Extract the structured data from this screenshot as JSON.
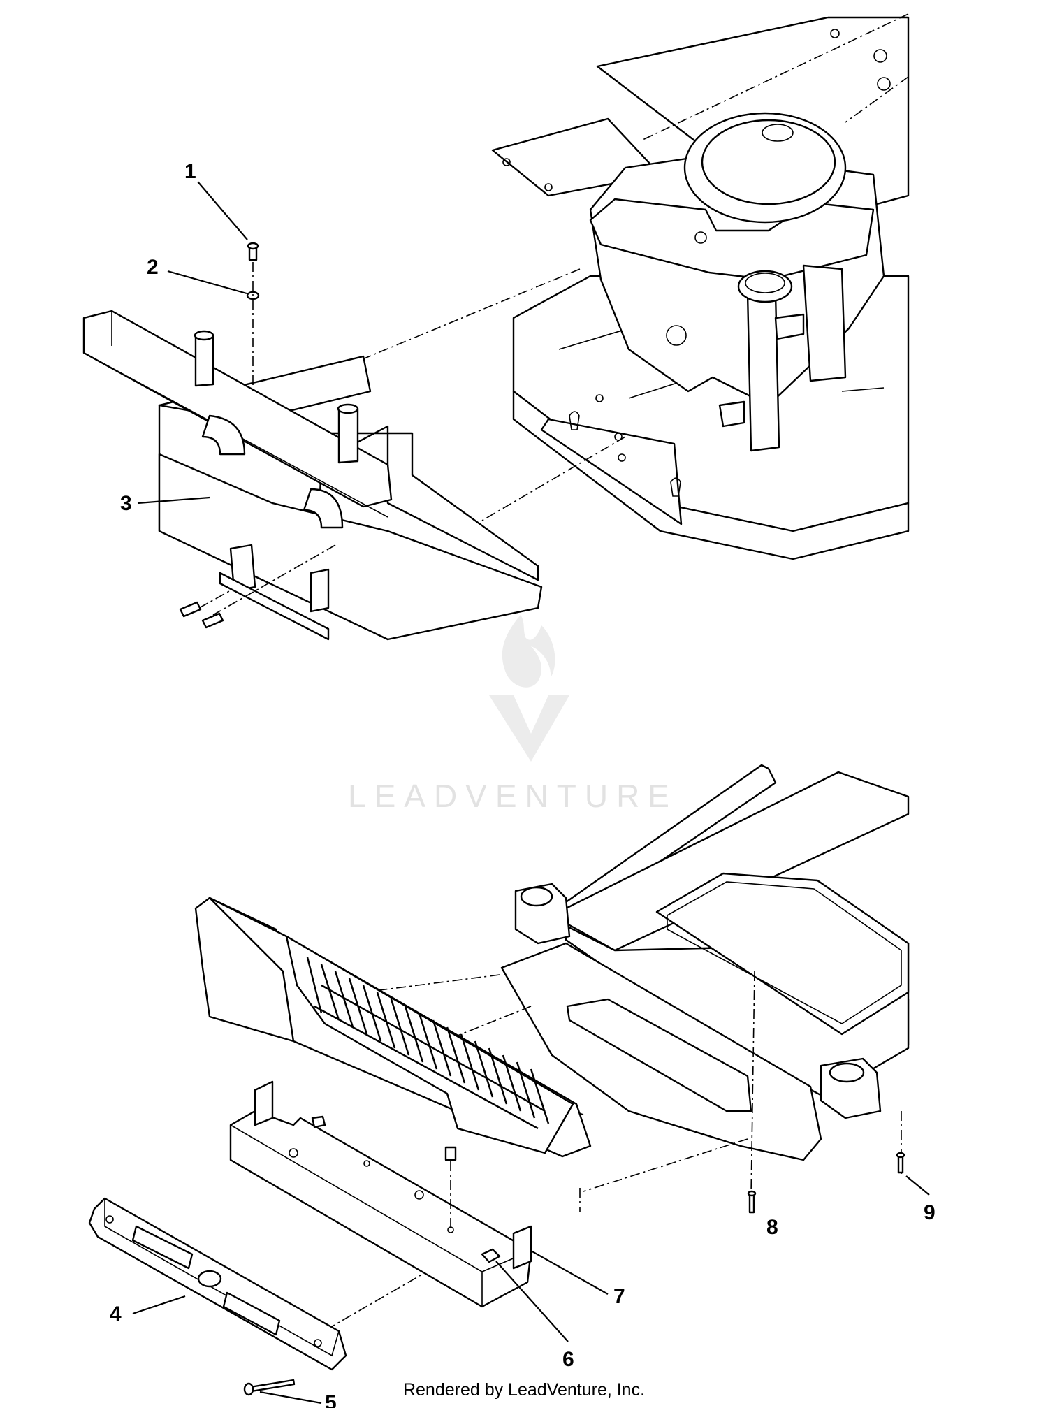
{
  "callouts": [
    {
      "id": "1",
      "label": "1"
    },
    {
      "id": "2",
      "label": "2"
    },
    {
      "id": "3",
      "label": "3"
    },
    {
      "id": "4",
      "label": "4"
    },
    {
      "id": "5",
      "label": "5"
    },
    {
      "id": "6",
      "label": "6"
    },
    {
      "id": "7",
      "label": "7"
    },
    {
      "id": "8",
      "label": "8"
    },
    {
      "id": "9",
      "label": "9"
    }
  ],
  "watermark": {
    "text": "LEADVENTURE"
  },
  "footer": {
    "text": "Rendered by LeadVenture, Inc."
  }
}
